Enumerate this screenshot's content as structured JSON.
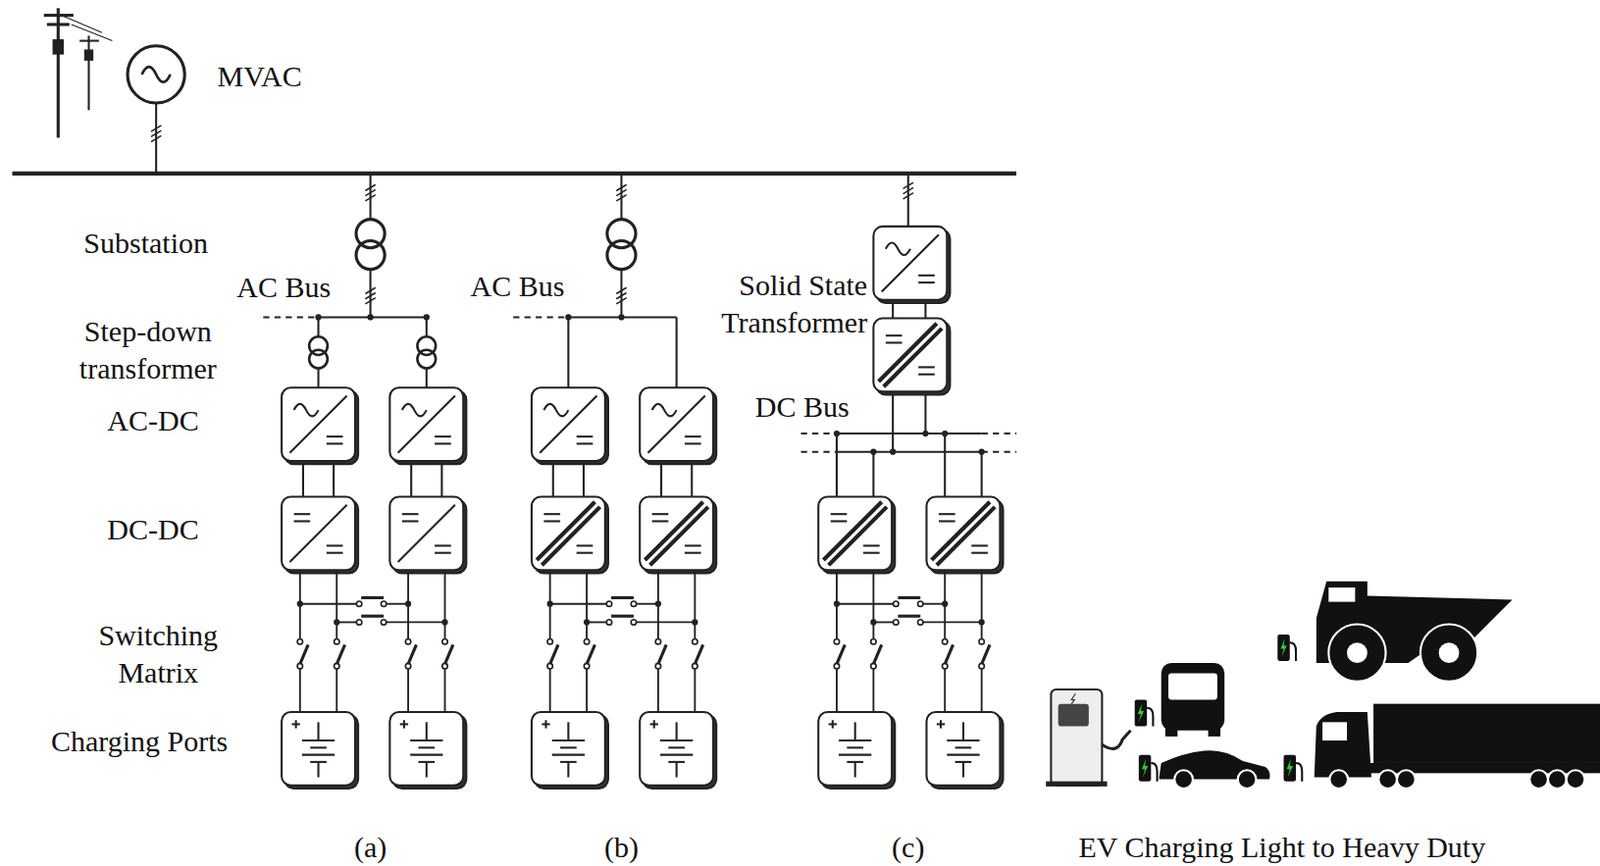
{
  "diagram": {
    "labels": [
      "MVAC",
      "Substation",
      "AC Bus",
      "Step-down transformer",
      "AC-DC",
      "DC-DC",
      "Switching Matrix",
      "Charging Ports",
      "AC Bus",
      "Solid State Transformer",
      "DC Bus",
      "(a)",
      "(b)",
      "(c)",
      "EV Charging Light to Heavy Duty"
    ]
  }
}
